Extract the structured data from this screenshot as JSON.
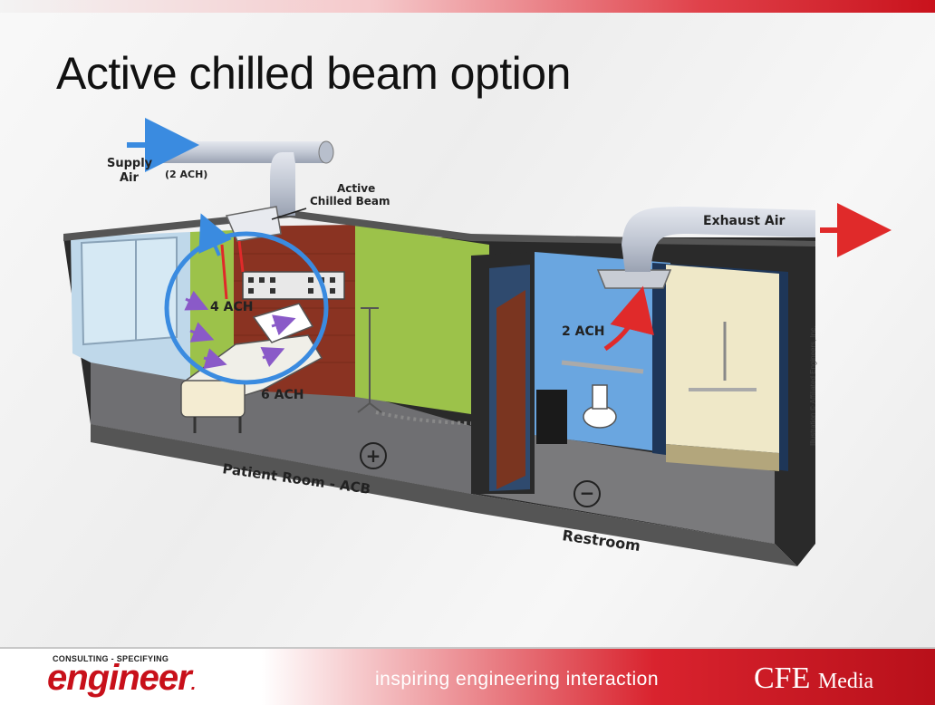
{
  "slide": {
    "title": "Active chilled beam option"
  },
  "diagram": {
    "supply_air_line1": "Supply",
    "supply_air_line2": "Air",
    "supply_ach": "(2 ACH)",
    "acb_label_line1": "Active",
    "acb_label_line2": "Chilled Beam",
    "ach_4": "4 ACH",
    "ach_6": "6 ACH",
    "exhaust_air": "Exhaust Air",
    "restroom_ach": "2 ACH",
    "patient_room_label": "Patient Room - ACB",
    "restroom_label": "Restroom",
    "credit": "Illustration © Affiliated Engineers, Inc.",
    "positive_symbol": "+",
    "negative_symbol": "−"
  },
  "footer": {
    "logo_small": "CONSULTING - SPECIFYING",
    "logo_big": "engineer",
    "logo_dot": ".",
    "tagline": "inspiring engineering interaction",
    "brand_cfe": "CFE",
    "brand_media": "Media"
  },
  "colors": {
    "accent_red": "#c8101a",
    "supply_blue": "#3a8be0",
    "exhaust_red": "#e02a2a",
    "wall_green": "#9cc24a",
    "restroom_blue": "#6aa6e0",
    "brick": "#8a3322"
  }
}
